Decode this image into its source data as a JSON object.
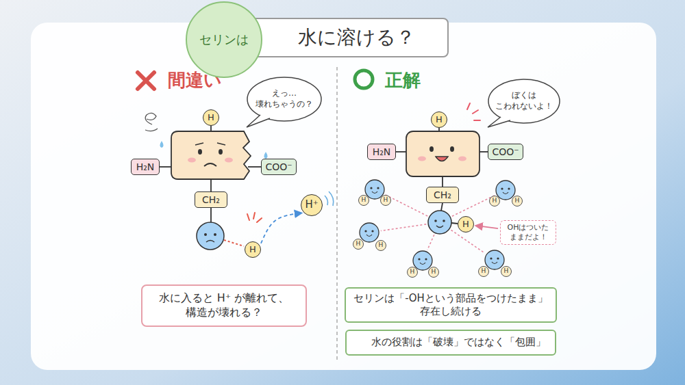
{
  "diagram": {
    "nodes": [
      {
        "text": [
          "セリンは"
        ]
      },
      {
        "text": [
          "水に溶ける？"
        ]
      },
      {
        "text": [
          "えっ… 壊れちゃうの？"
        ]
      },
      {
        "text": [
          "H"
        ]
      },
      {
        "text": [
          "H₂N"
        ]
      },
      {
        "text": [
          "COO⁻"
        ]
      },
      {
        "text": [
          "CH₂"
        ]
      },
      {
        "text": [
          "H"
        ]
      },
      {
        "text": [
          "H⁺"
        ]
      },
      {
        "text": [
          "水に入ると H⁺ が離れて、 構造が壊れる？"
        ]
      },
      {
        "text": [
          "ぼくは こわれないよ！"
        ]
      },
      {
        "text": [
          "H"
        ]
      },
      {
        "text": [
          "H₂N"
        ]
      },
      {
        "text": [
          "COO⁻"
        ]
      },
      {
        "text": [
          "CH₂"
        ]
      },
      {
        "text": [
          "H"
        ]
      },
      {
        "text": [
          "OHはついた ままだよ！"
        ]
      },
      {
        "text": [
          "H"
        ]
      },
      {
        "text": [
          "H"
        ]
      },
      {
        "text": [
          "H"
        ]
      },
      {
        "text": [
          "H"
        ]
      },
      {
        "text": [
          "H"
        ]
      },
      {
        "text": [
          "H"
        ]
      },
      {
        "text": [
          "H"
        ]
      },
      {
        "text": [
          "H"
        ]
      },
      {
        "text": [
          "H"
        ]
      },
      {
        "text": [
          "H"
        ]
      },
      {
        "text": [
          "セリンは「-OHという部品をつけたまま」 存在し続ける"
        ]
      },
      {
        "text": [
          "水の役割は「破壊」ではなく「包囲」"
        ]
      }
    ],
    "edges": [
      {
        "from": 7,
        "to": 8,
        "arrow": "to"
      },
      {
        "from": 16,
        "to": 15,
        "arrow": "to"
      }
    ],
    "labels": [
      "間違い",
      "正解"
    ]
  }
}
